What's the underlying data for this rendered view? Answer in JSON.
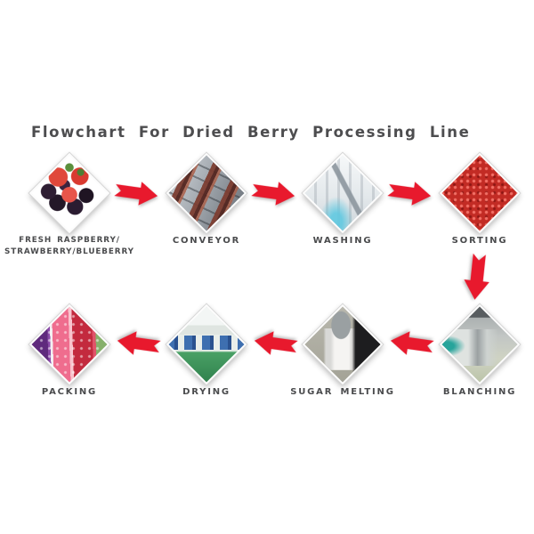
{
  "title": {
    "text": "Flowchart For Dried Berry Processing Line"
  },
  "colors": {
    "arrow": "#e8192d",
    "title": "#4d4d4f",
    "label": "#4a4b4d"
  },
  "steps": [
    {
      "name": "fresh-berries",
      "label": "FRESH RASPBERRY/",
      "label2": "STRAWBERRY/BLUEBERRY",
      "photo_alt": "fresh raspberries, strawberries and blueberries on white"
    },
    {
      "name": "conveyor",
      "label": "CONVEYOR",
      "photo_alt": "inclined industrial conveyor with berries"
    },
    {
      "name": "washing",
      "label": "WASHING",
      "photo_alt": "white washing machinery room with worker"
    },
    {
      "name": "sorting",
      "label": "SORTING",
      "photo_alt": "red berries on sorting belt"
    },
    {
      "name": "blanching",
      "label": "BLANCHING",
      "photo_alt": "stainless steel blanching machine"
    },
    {
      "name": "sugar-melting",
      "label": "SUGAR MELTING",
      "photo_alt": "stainless sugar melting tank"
    },
    {
      "name": "drying",
      "label": "DRYING",
      "photo_alt": "drying plant hall with blue dryers and green floor"
    },
    {
      "name": "packing",
      "label": "PACKING",
      "photo_alt": "colorful berry product pouches"
    }
  ],
  "arrows": [
    {
      "name": "arrow-right-icon",
      "from": "FRESH RASPBERRY/STRAWBERRY/BLUEBERRY",
      "to": "CONVEYOR"
    },
    {
      "name": "arrow-right-icon",
      "from": "CONVEYOR",
      "to": "WASHING"
    },
    {
      "name": "arrow-right-icon",
      "from": "WASHING",
      "to": "SORTING"
    },
    {
      "name": "arrow-down-icon",
      "from": "SORTING",
      "to": "BLANCHING"
    },
    {
      "name": "arrow-left-icon",
      "from": "BLANCHING",
      "to": "SUGAR MELTING"
    },
    {
      "name": "arrow-left-icon",
      "from": "SUGAR MELTING",
      "to": "DRYING"
    },
    {
      "name": "arrow-left-icon",
      "from": "DRYING",
      "to": "PACKING"
    }
  ]
}
